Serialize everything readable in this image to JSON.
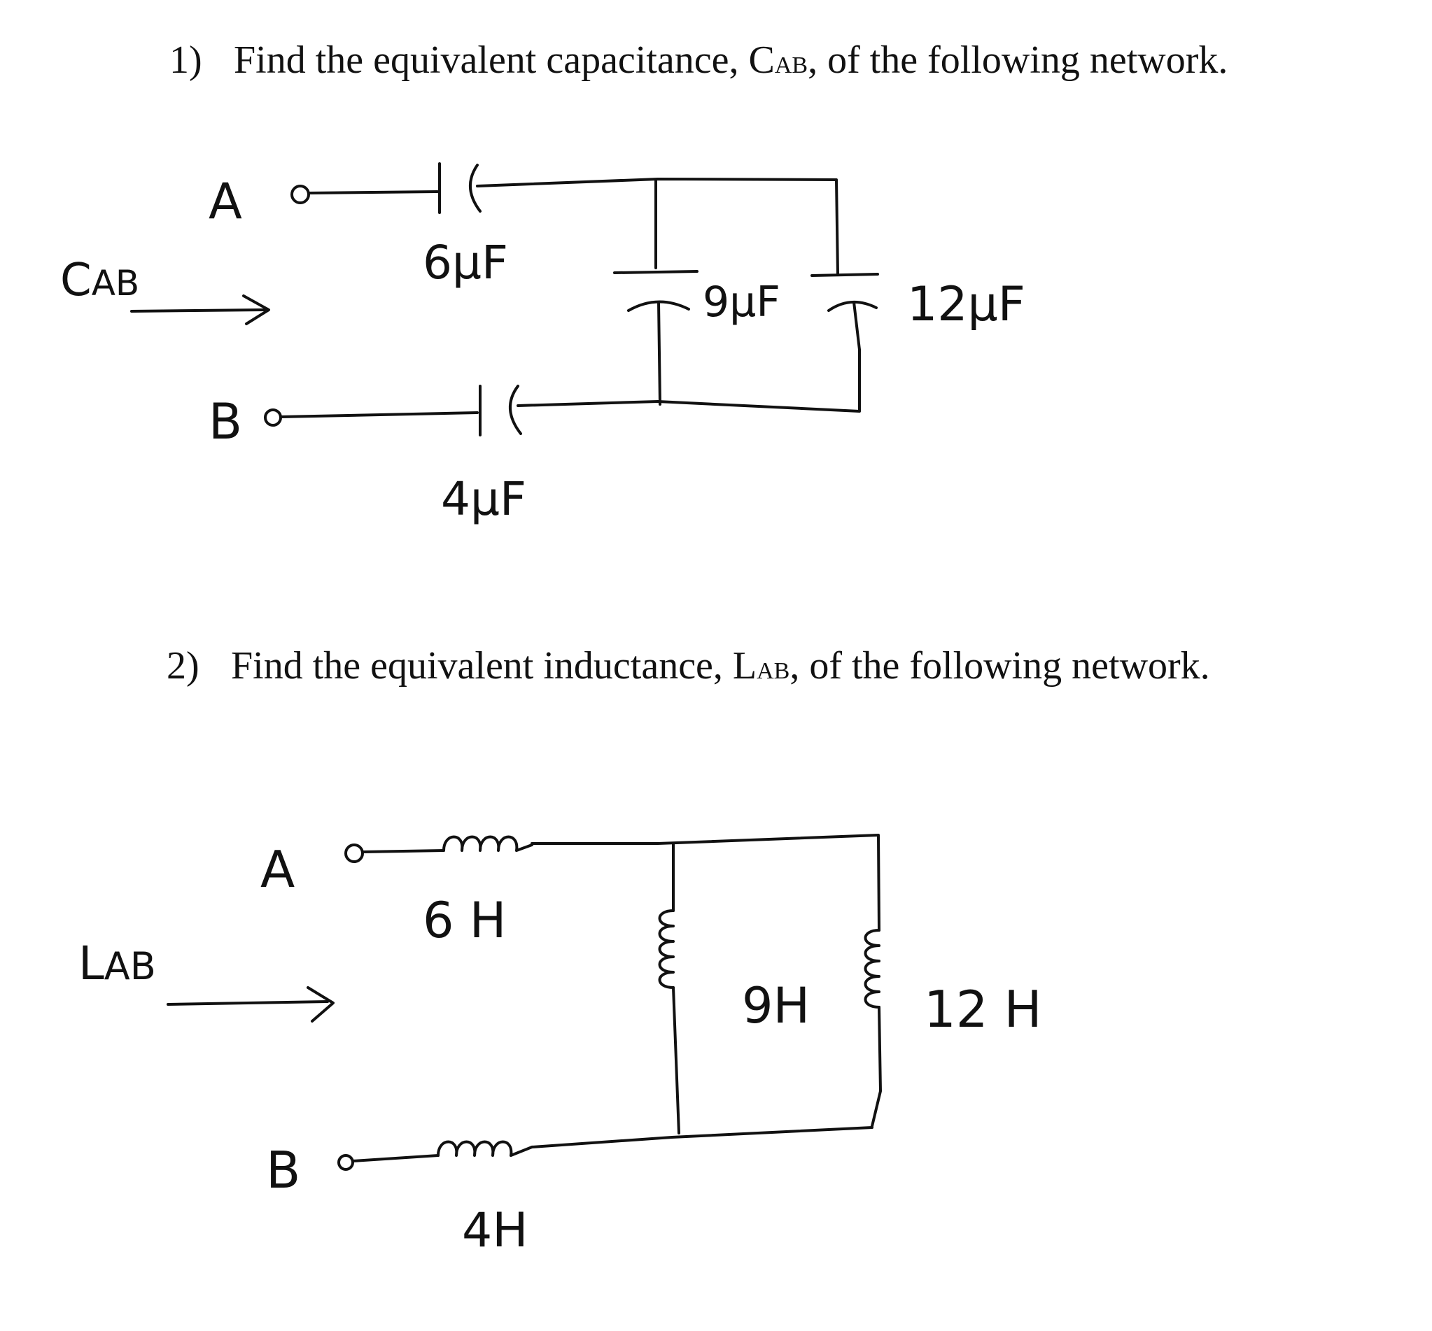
{
  "q1": {
    "number": "1)",
    "text_before": "Find the equivalent capacitance, C",
    "sub": "AB",
    "text_after": ", of the following network."
  },
  "q2": {
    "number": "2)",
    "text_before": "Find the equivalent inductance, L",
    "sub": "AB",
    "text_after": ", of the following network."
  },
  "capacitor_network": {
    "measure_main": "C",
    "measure_sub": "AB",
    "node_a": "A",
    "node_b": "B",
    "c_top": "6μF",
    "c_bottom": "4μF",
    "c_mid": "9μF",
    "c_right": "12μF"
  },
  "inductor_network": {
    "measure_main": "L",
    "measure_sub": "AB",
    "node_a": "A",
    "node_b": "B",
    "l_top": "6 H",
    "l_bottom": "4H",
    "l_mid": "9H",
    "l_right": "12 H"
  }
}
